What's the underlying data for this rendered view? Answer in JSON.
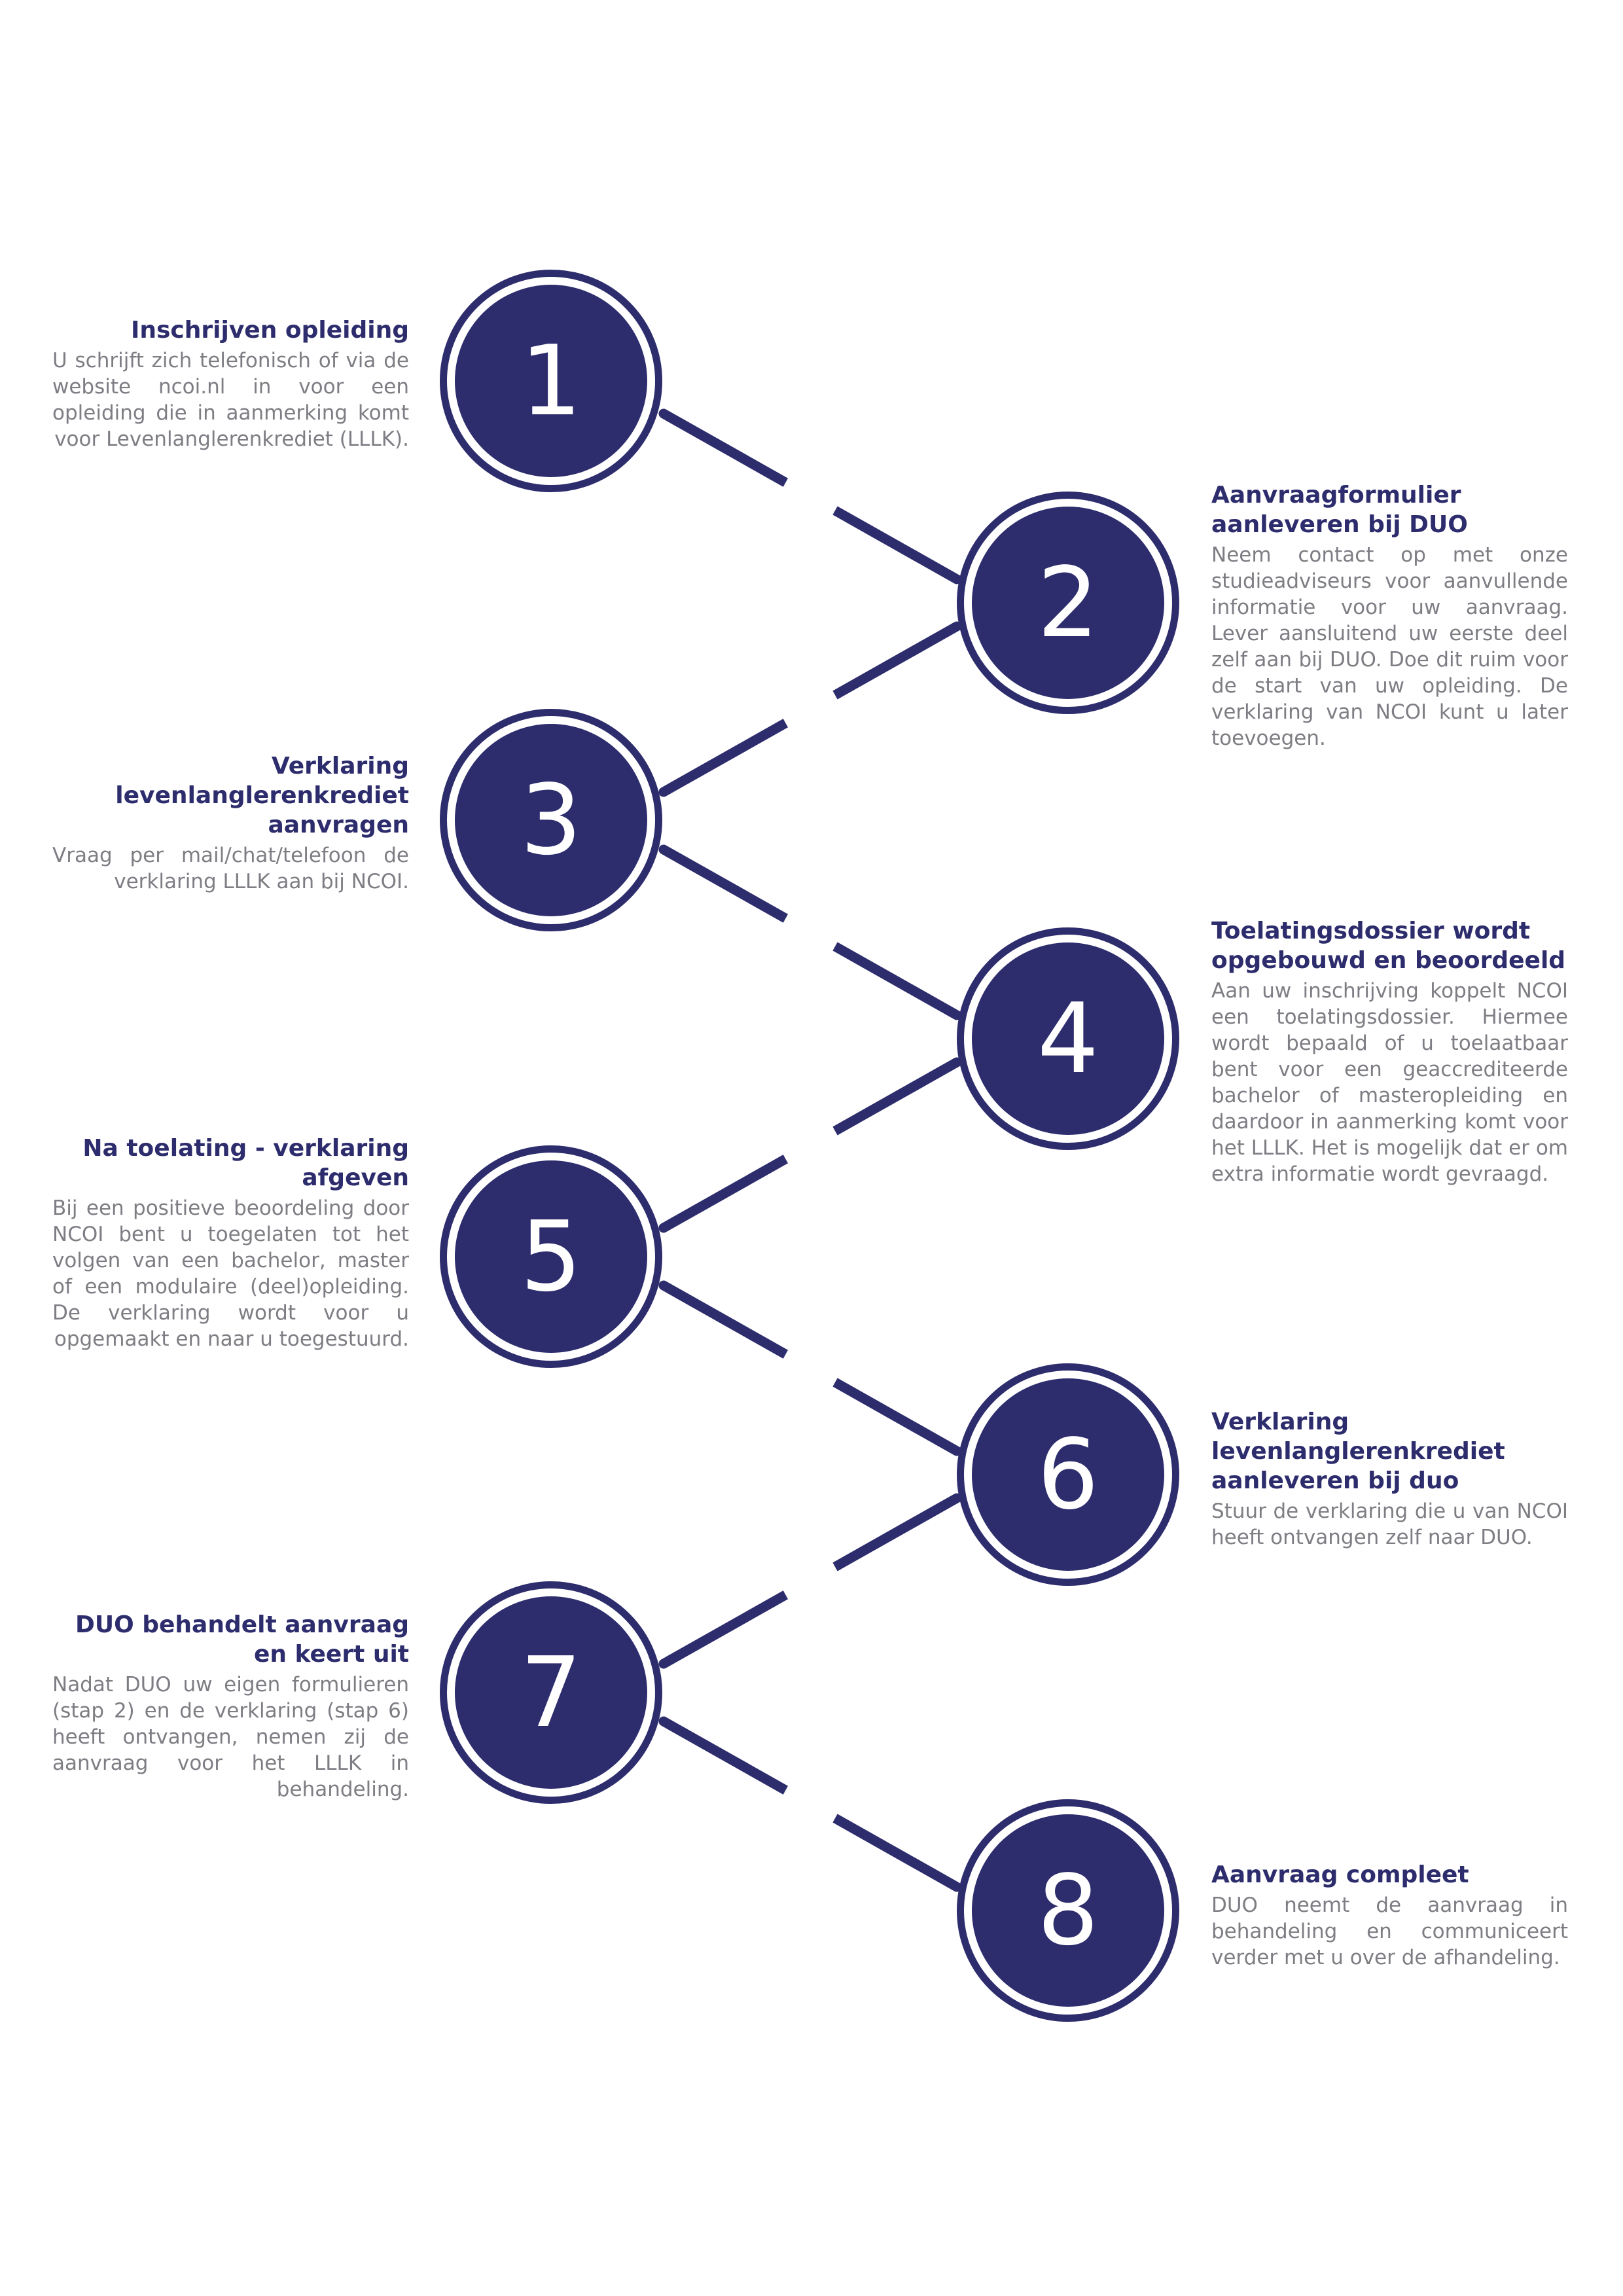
{
  "colors": {
    "accent": "#2d2c6d",
    "body_text": "#7d7d84",
    "background": "#ffffff"
  },
  "steps": [
    {
      "number": "1",
      "title": "Inschrijven opleiding",
      "description": "U schrijft zich telefonisch of via de website ncoi.nl in voor een opleiding die in aanmerking komt voor Levenlanglerenkrediet (LLLK)."
    },
    {
      "number": "2",
      "title": "Aanvraagformulier aanleveren bij DUO",
      "description": "Neem contact op met onze studieadviseurs voor aanvullende informatie voor uw aanvraag. Lever aansluitend uw eerste deel zelf aan bij DUO. Doe dit ruim voor de start van uw opleiding. De verklaring van NCOI kunt u later toevoegen."
    },
    {
      "number": "3",
      "title": "Verklaring levenlanglerenkrediet aanvragen",
      "description": "Vraag per mail/chat/telefoon de verklaring LLLK aan bij NCOI."
    },
    {
      "number": "4",
      "title": "Toelatingsdossier wordt opgebouwd en beoordeeld",
      "description": "Aan uw inschrijving koppelt NCOI een toelatingsdossier. Hiermee wordt bepaald of u toelaatbaar bent voor een geaccrediteerde bachelor of masteropleiding en daardoor in aanmerking komt voor het LLLK. Het is mogelijk dat er om extra informatie wordt gevraagd."
    },
    {
      "number": "5",
      "title": "Na toelating - verklaring afgeven",
      "description": "Bij een positieve beoordeling door NCOI bent u toegelaten tot het volgen van een bachelor, master of een modulaire (deel)opleiding. De verklaring wordt voor u opgemaakt en naar u toegestuurd."
    },
    {
      "number": "6",
      "title": "Verklaring levenlanglerenkrediet aanleveren bij duo",
      "description": "Stuur de verklaring die u van NCOI heeft ontvangen zelf naar DUO."
    },
    {
      "number": "7",
      "title": "DUO behandelt aanvraag en keert uit",
      "description": "Nadat DUO uw eigen formulieren (stap 2) en de verklaring (stap 6) heeft ontvangen, nemen zij de aanvraag voor het LLLK in behandeling."
    },
    {
      "number": "8",
      "title": "Aanvraag compleet",
      "description": "DUO neemt de aanvraag in behandeling en communiceert verder met u over de afhandeling."
    }
  ]
}
